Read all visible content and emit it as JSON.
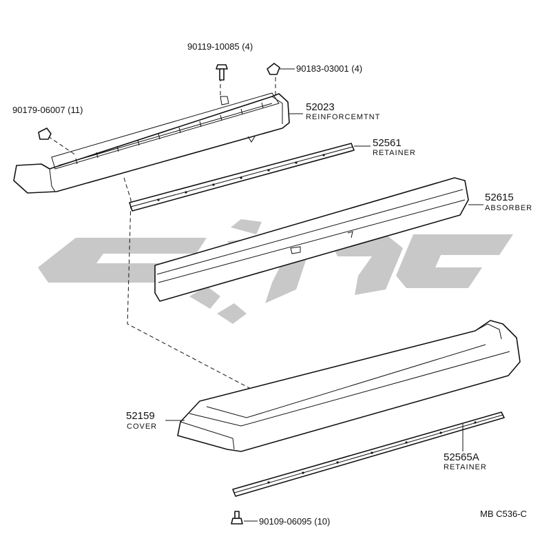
{
  "watermark": {
    "color": "#c8c8c8"
  },
  "callouts": {
    "bolt_top": {
      "text": "90119-10085 (4)"
    },
    "nut_clip": {
      "text": "90183-03001 (4)"
    },
    "cap_nut": {
      "text": "90179-06007 (11)"
    },
    "reinforcement": {
      "number": "52023",
      "name": "REINFORCEMTNT"
    },
    "retainer_upper": {
      "number": "52561",
      "name": "RETAINER"
    },
    "absorber": {
      "number": "52615",
      "name": "ABSORBER"
    },
    "cover": {
      "number": "52159",
      "name": "COVER"
    },
    "retainer_lower": {
      "number": "52565A",
      "name": "RETAINER"
    },
    "bolt_bottom": {
      "text": "90109-06095 (10)"
    }
  },
  "diagram_code": "MB  C536-C"
}
